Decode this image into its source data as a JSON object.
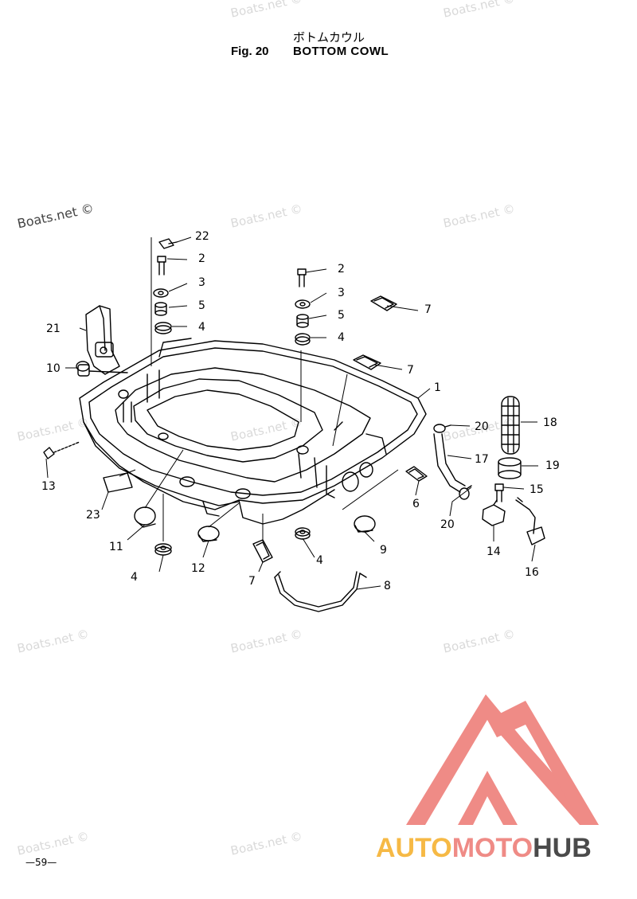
{
  "header": {
    "title_jp": "ボトムカウル",
    "fig_number": "Fig. 20",
    "fig_title": "BOTTOM COWL"
  },
  "watermark": "Boats.net ©",
  "callouts": {
    "c1": "1",
    "c2a": "2",
    "c2b": "2",
    "c3a": "3",
    "c3b": "3",
    "c4a": "4",
    "c4b": "4",
    "c4c": "4",
    "c4d": "4",
    "c5a": "5",
    "c5b": "5",
    "c6": "6",
    "c7a": "7",
    "c7b": "7",
    "c7c": "7",
    "c8": "8",
    "c9": "9",
    "c10": "10",
    "c11": "11",
    "c12": "12",
    "c13": "13",
    "c14": "14",
    "c15": "15",
    "c16": "16",
    "c17": "17",
    "c18": "18",
    "c19": "19",
    "c20a": "20",
    "c20b": "20",
    "c21": "21",
    "c22": "22",
    "c23": "23"
  },
  "footer": {
    "page_number": "—59—",
    "brand_part1": "AUTO",
    "brand_part2": "MOTO",
    "brand_part3": "HUB"
  },
  "colors": {
    "logo_red": "#ef8b86",
    "logo_orange": "#f6b945",
    "logo_gray": "#4a4a4a",
    "watermark_gray": "#d9d9d9"
  }
}
